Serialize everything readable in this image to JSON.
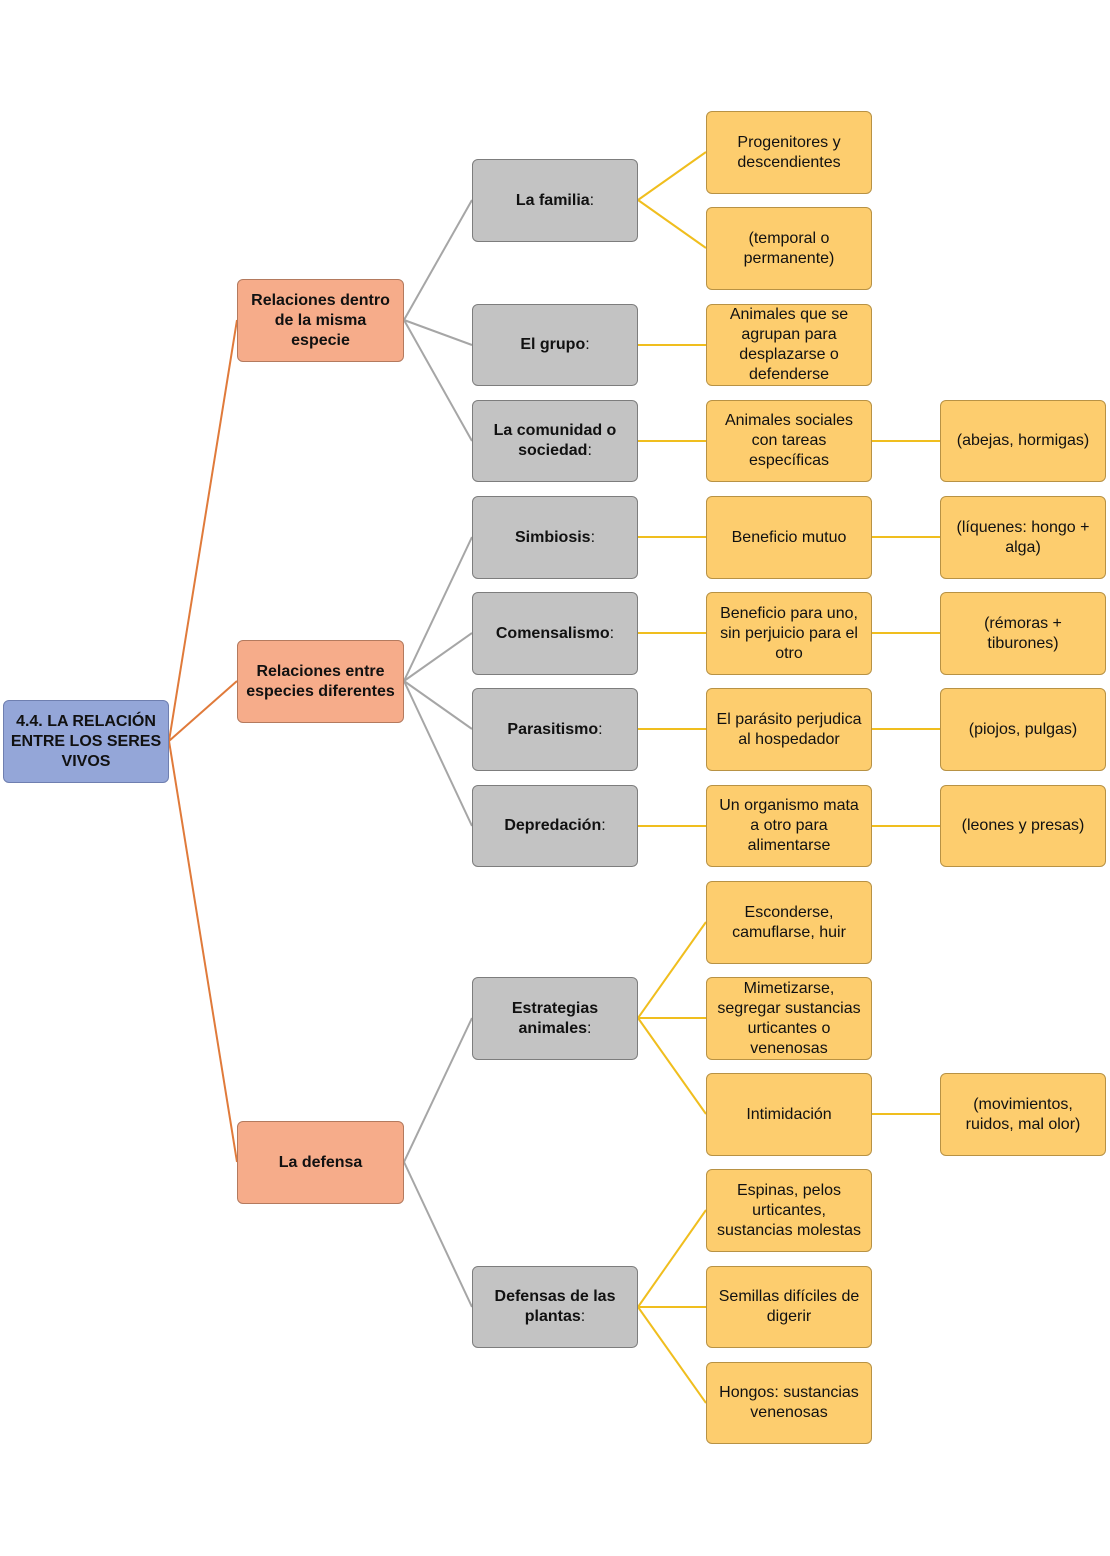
{
  "colors": {
    "root": "#94a6d8",
    "level1": "#f6ac8a",
    "level2": "#c3c3c3",
    "level3": "#fdcd6e",
    "line_root": "#e07a3a",
    "line_level1": "#a6a6a6",
    "line_level2": "#f0be1e"
  },
  "root": {
    "label": "4.4. LA RELACIÓN ENTRE LOS SERES VIVOS"
  },
  "branches": [
    {
      "label": "Relaciones dentro de la misma especie",
      "children": [
        {
          "label": "La familia",
          "suffix": ":",
          "leaves": [
            "Progenitores y descendientes",
            "(temporal o permanente)"
          ],
          "example": ""
        },
        {
          "label": "El grupo",
          "suffix": ":",
          "leaves": [
            "Animales que se agrupan para desplazarse o defenderse"
          ],
          "example": ""
        },
        {
          "label": "La comunidad o sociedad",
          "suffix": ":",
          "leaves": [
            "Animales sociales con tareas específicas"
          ],
          "example": "(abejas, hormigas)"
        }
      ]
    },
    {
      "label": "Relaciones entre especies diferentes",
      "children": [
        {
          "label": "Simbiosis",
          "suffix": ":",
          "leaves": [
            "Beneficio mutuo"
          ],
          "example": "(líquenes: hongo + alga)"
        },
        {
          "label": "Comensalismo",
          "suffix": ":",
          "leaves": [
            "Beneficio para uno, sin perjuicio para el otro"
          ],
          "example": "(rémoras + tiburones)"
        },
        {
          "label": "Parasitismo",
          "suffix": ":",
          "leaves": [
            "El parásito perjudica al hospedador"
          ],
          "example": "(piojos, pulgas)"
        },
        {
          "label": "Depredación",
          "suffix": ":",
          "leaves": [
            "Un organismo mata a otro para alimentarse"
          ],
          "example": "(leones y presas)"
        }
      ]
    },
    {
      "label": "La defensa",
      "children": [
        {
          "label": "Estrategias animales",
          "suffix": ":",
          "leaves": [
            "Esconderse, camuflarse, huir",
            "Mimetizarse, segregar sustancias urticantes o venenosas",
            "Intimidación"
          ],
          "example": "(movimientos, ruidos, mal olor)"
        },
        {
          "label": "Defensas de las plantas",
          "suffix": ":",
          "leaves": [
            "Espinas, pelos urticantes, sustancias molestas",
            "Semillas difíciles de digerir",
            "Hongos: sustancias venenosas"
          ],
          "example": ""
        }
      ]
    }
  ]
}
